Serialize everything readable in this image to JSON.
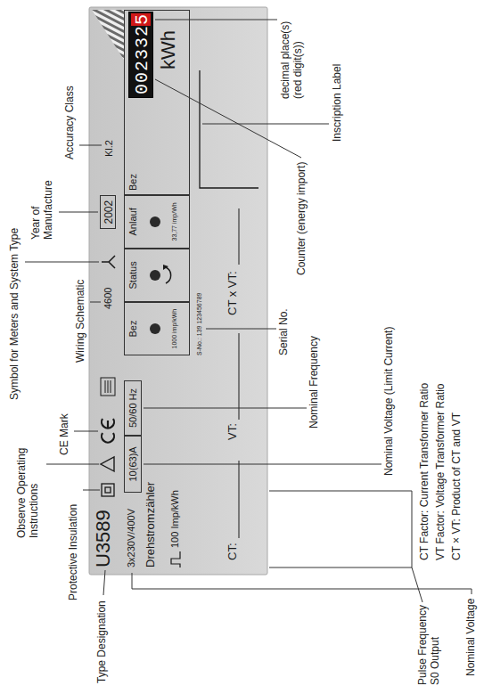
{
  "diagram": {
    "nodes": [
      {
        "text": [
          "U3589",
          "3x230V/400V",
          "Drehstromzähler",
          "100 Imp/kWh",
          "4600",
          "Kl.2",
          "S-No.: 139 123456789",
          "CT:",
          "VT:",
          "CT x VT:"
        ]
      },
      {
        "text": [
          "2002"
        ],
        "in": 0
      },
      {
        "text": [
          "10(63)A"
        ],
        "in": 0
      },
      {
        "text": [
          "50/60 Hz"
        ],
        "in": 0
      },
      {
        "text": [
          "Bez",
          "1000 imp/kWh"
        ],
        "in": 0
      },
      {
        "text": [
          "Status"
        ],
        "in": 0
      },
      {
        "text": [
          "Anlauf",
          "33,77 imp/Wh"
        ],
        "in": 0
      },
      {
        "text": [
          "Bez",
          "kWh"
        ],
        "in": 0
      },
      {
        "text": [
          "0023325"
        ],
        "in": 7
      }
    ],
    "labels": [
      "Symbol for Meters and System Type",
      "Observe Operating Instructions",
      "CE Mark",
      "Year of Manufacture",
      "Accuracy Class",
      "Wiring Schematic",
      "Protective Insulation",
      "Type Designation",
      "decimal place(s) (red digit(s))",
      "Counter (energy import)",
      "Inscription Label",
      "Serial No.",
      "Nominal Frequency",
      "Nominal Voltage (Limit Current)",
      "CT Factor: Current Transformer Ratio",
      "VT Factor: Voltage Transformer Ratio",
      "CT × VT: Product of CT and VT",
      "Pulse Frequency S0 Output",
      "Nominal Voltage"
    ]
  }
}
